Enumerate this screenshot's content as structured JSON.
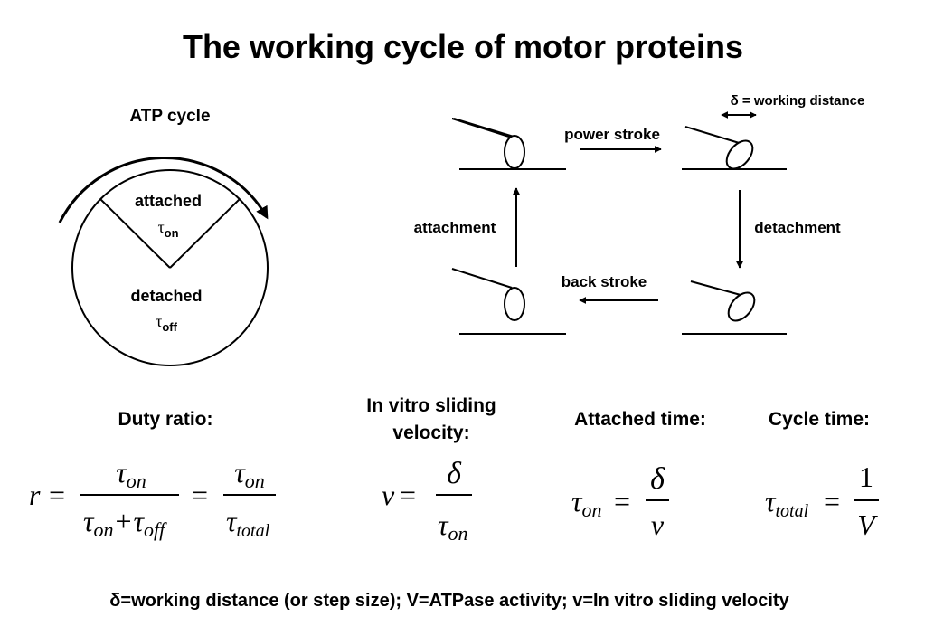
{
  "title": "The working cycle of motor proteins",
  "atp_cycle": {
    "heading": "ATP cycle",
    "attached_label": "attached",
    "tau_symbol": "τ",
    "on_sub": "on",
    "detached_label": "detached",
    "off_sub": "off"
  },
  "motor_cycle": {
    "delta_label": "δ = working distance",
    "power_stroke": "power stroke",
    "detachment": "detachment",
    "back_stroke": "back stroke",
    "attachment": "attachment"
  },
  "formulas": {
    "duty_ratio": {
      "heading": "Duty ratio:",
      "lhs": "r",
      "eq": "=",
      "tau": "τ",
      "on": "on",
      "plus": "+",
      "off": "off",
      "total": "total"
    },
    "sliding_velocity": {
      "heading_line1": "In vitro sliding",
      "heading_line2": "velocity:",
      "lhs": "v",
      "eq": "=",
      "num": "δ",
      "tau": "τ",
      "on": "on"
    },
    "attached_time": {
      "heading": "Attached time:",
      "tau": "τ",
      "on": "on",
      "eq": "=",
      "num": "δ",
      "den": "v"
    },
    "cycle_time": {
      "heading": "Cycle time:",
      "tau": "τ",
      "total": "total",
      "eq": "=",
      "num": "1",
      "den": "V"
    }
  },
  "footnote": "δ=working distance (or step size); V=ATPase activity; v=In vitro sliding velocity"
}
